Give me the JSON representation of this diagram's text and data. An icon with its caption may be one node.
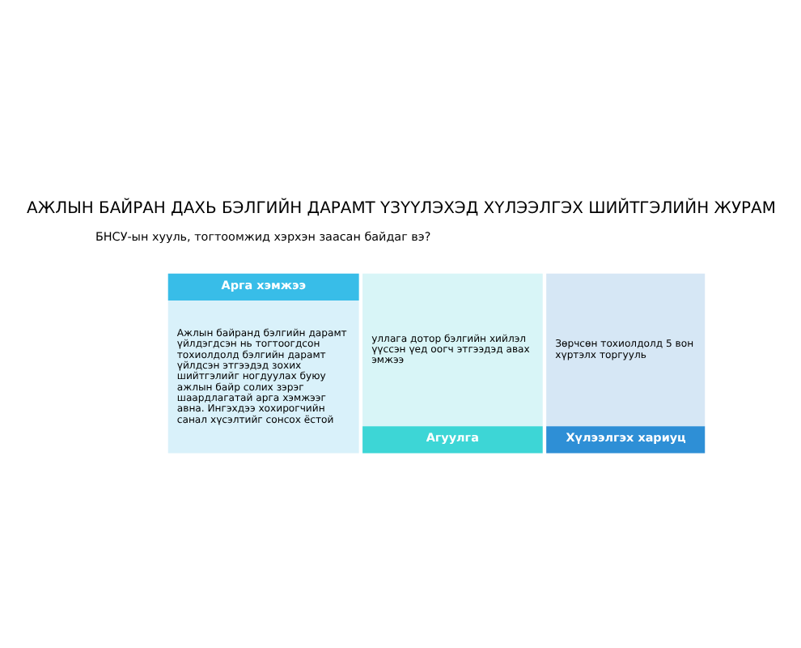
{
  "diagram": {
    "title": "АЖЛЫН БАЙРАН ДАХЬ БЭЛГИЙН ДАРАМТ ҮЗҮҮЛЭХЭД ХҮЛЭЭЛГЭХ ШИЙТГЭЛИЙН ЖУРАМ",
    "nodes": [
      {
        "text": [
          "уллага дотор бэлгийн хийлэл үүссэн үед оогч этгээдэд авах эмжээ",
          "Агуулга"
        ]
      },
      {
        "text": [
          "Арга хэмжээ",
          "Ажлын байранд бэлгийн дарамт үйлдэгдсэн нь тогтоогдсон тохиолдолд бэлгийн дарамт үйлдсэн этгээдэд зохих шийтгэлийг ногдуулах буюу ажлын байр солих зэрэг шаардлагатай арга хэмжээг авна. Ингэхдээ хохирогчийн санал хүсэлтийг сонсох ёстой"
        ]
      },
      {
        "text": [
          "Зөрчсөн тохиолдолд 5 вон хүртэлх торгууль",
          "Хүлээлгэх хариуц"
        ]
      }
    ],
    "labels": [
      "БНСУ-ын хууль, тогтоомжид хэрхэн заасан байдаг вэ?"
    ]
  }
}
